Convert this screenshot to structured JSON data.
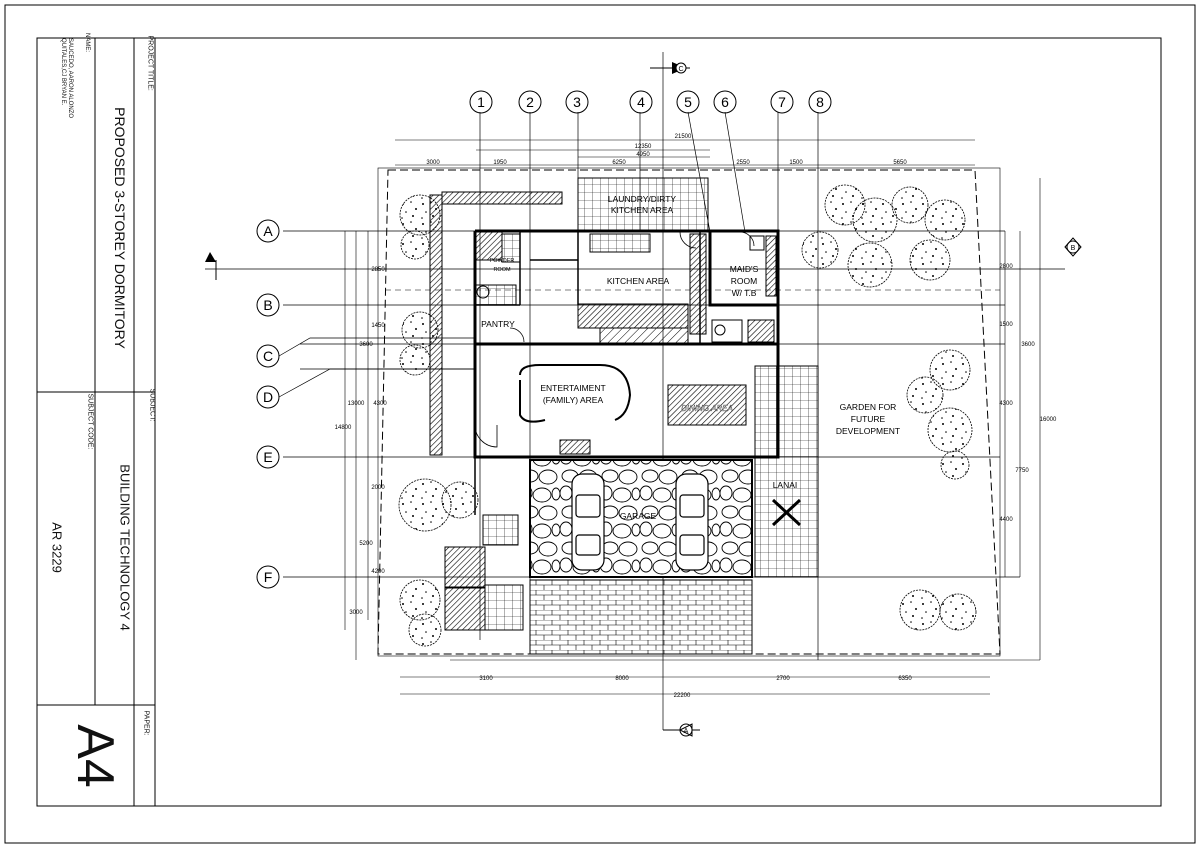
{
  "title_block": {
    "project_title_label": "PROJECT TITLE:",
    "project_title": "PROPOSED 3-STOREY DORMITORY",
    "name_label": "NAME:",
    "name_line_1": "SAUCEDO, AARON ALONZO",
    "name_line_2": "QUITALES,CJ BRYAN E.",
    "subject_label": "SUBJECT:",
    "subject": "BUILDING TECHNOLOGY 4",
    "subject_code_label": "SUBJECT CODE:",
    "subject_code": "AR 3229",
    "paper_label": "PAPER:",
    "paper": "A4"
  },
  "grid_columns": [
    "1",
    "2",
    "3",
    "4",
    "5",
    "6",
    "7",
    "8"
  ],
  "grid_rows": [
    "A",
    "B",
    "C",
    "D",
    "E",
    "F"
  ],
  "section_marks": {
    "top": "C",
    "bottom": "A",
    "right": "B"
  },
  "rooms": {
    "laundry": "LAUNDRY/DIRTY",
    "laundry_2": "KITCHEN AREA",
    "powder_1": "POWDER",
    "powder_2": "ROOM",
    "kitchen": "KITCHEN AREA",
    "maids_1": "MAID'S",
    "maids_2": "ROOM",
    "maids_3": "W/ T.B",
    "pantry": "PANTRY",
    "entertainment_1": "ENTERTAIMENT",
    "entertainment_2": "(FAMILY) AREA",
    "dining": "DINING AREA",
    "garden_1": "GARDEN FOR",
    "garden_2": "FUTURE",
    "garden_3": "DEVELOPMENT",
    "lanai": "LANAI",
    "garage": "GARAGE"
  },
  "dimensions": {
    "top_total": "21500",
    "top_12350": "12350",
    "top_4950": "4950",
    "top_3000": "3000",
    "top_1950": "1950",
    "top_6250": "6250",
    "top_2550": "2550",
    "top_1500": "1500",
    "top_5650": "5650",
    "bot_3100": "3100",
    "bot_8000": "8000",
    "bot_2700": "2700",
    "bot_6350": "6350",
    "bot_total": "22200",
    "left_2850": "2850",
    "left_1450": "1450",
    "left_3600": "3600",
    "left_13000": "13000",
    "left_4300": "4300",
    "left_14800": "14800",
    "left_2000": "2000",
    "left_5200": "5200",
    "left_4200": "4200",
    "left_3000": "3000",
    "right_2800": "2800",
    "right_1500": "1500",
    "right_3600": "3600",
    "right_4300": "4300",
    "right_16000": "16000",
    "right_7750": "7750",
    "right_4400": "4400"
  }
}
